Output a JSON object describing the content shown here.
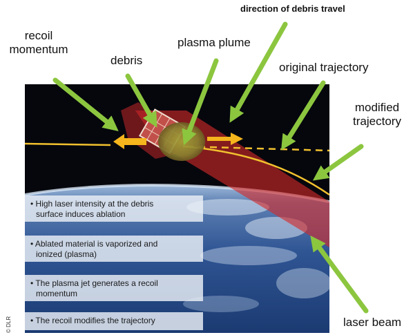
{
  "labels": {
    "direction": "direction of debris travel",
    "recoil_line1": "recoil",
    "recoil_line2": "momentum",
    "debris": "debris",
    "plasma": "plasma plume",
    "original": "original trajectory",
    "modified_line1": "modified",
    "modified_line2": "trajectory",
    "laser": "laser beam"
  },
  "bullets": [
    {
      "line1": "• High laser intensity at the debris",
      "line2": "surface induces ablation"
    },
    {
      "line1": "• Ablated material is vaporized and",
      "line2": "ionized (plasma)"
    },
    {
      "line1": "• The plasma jet generates a recoil",
      "line2": "momentum"
    },
    {
      "line1": "• The recoil modifies the trajectory",
      "line2": ""
    }
  ],
  "credit": "© DLR",
  "colors": {
    "pointer_arrows": "#8cc63f",
    "trajectory": "#f2c12e",
    "laser_beam": "#d42a2a",
    "space": "#05070d",
    "earth": "#2c4f8e"
  }
}
